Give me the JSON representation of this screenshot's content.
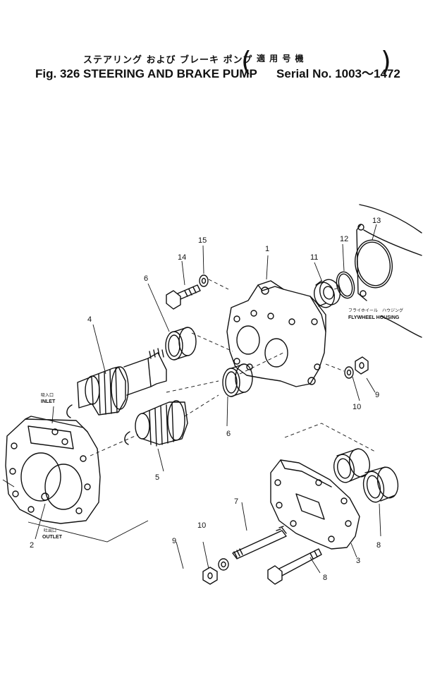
{
  "title": {
    "jp": "ステアリング および ブレーキ ポンプ",
    "serial_jp": "適 用 号 機",
    "fig": "Fig. 326",
    "en": "STEERING AND BRAKE PUMP",
    "serial": "Serial No. 1003～1472"
  },
  "callouts": {
    "c1": "1",
    "c2": "2",
    "c3": "3",
    "c4": "4",
    "c5": "5",
    "c6a": "6",
    "c6b": "6",
    "c7": "7",
    "c8a": "8",
    "c8b": "8",
    "c9a": "9",
    "c9b": "9",
    "c10a": "10",
    "c10b": "10",
    "c11": "11",
    "c12": "12",
    "c13": "13",
    "c14": "14",
    "c15": "15"
  },
  "labels": {
    "inlet_jp": "吸入口",
    "inlet": "INLET",
    "outlet_jp": "吐出口",
    "outlet": "OUTLET",
    "flywheel_jp": "フライホイール　ハウジング",
    "flywheel": "FLYWHEEL HOUSING"
  }
}
